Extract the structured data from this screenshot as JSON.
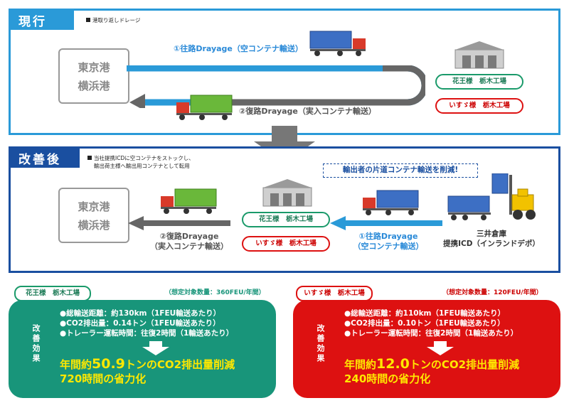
{
  "current": {
    "tag": "現行",
    "note": "港取り返しドレージ",
    "port_line1": "東京港",
    "port_line2": "横浜港",
    "outbound": "①往路Drayage（空コンテナ輸送）",
    "return": "②復路Drayage（実入コンテナ輸送）",
    "factory_kao": "花王様　栃木工場",
    "factory_isuzu": "いすゞ様　栃木工場"
  },
  "improved": {
    "tag": "改善後",
    "note_line1": "当社提携ICDに空コンテナをストックし、",
    "note_line2": "輸出荷主様へ輸出用コンテナとして転用",
    "callout": "輸出者の片道コンテナ輸送を削減!",
    "port_line1": "東京港",
    "port_line2": "横浜港",
    "return_line1": "②復路Drayage",
    "return_line2": "（実入コンテナ輸送）",
    "outbound_line1": "①往路Drayage",
    "outbound_line2": "（空コンテナ輸送）",
    "factory_kao": "花王様　栃木工場",
    "factory_isuzu": "いすゞ様　栃木工場",
    "depot_line1": "三井倉庫",
    "depot_line2": "提携ICD（インランドデポ）"
  },
  "effects": {
    "vertical_label": "改善効果",
    "kao": {
      "label": "花王様　栃木工場",
      "volume": "（想定対象数量：360FEU/年間）",
      "items": [
        "●総輸送距離：約130km（1FEU輸送あたり）",
        "●CO2排出量：0.14トン（1FEU輸送あたり）",
        "●トレーラー運転時間：往復2時間（1輸送あたり）"
      ],
      "line1_prefix": "年間約",
      "line1_number": "50.9",
      "line1_suffix": "トンのCO2排出量削減",
      "line2": "720時間の省力化"
    },
    "isuzu": {
      "label": "いすゞ様　栃木工場",
      "volume": "（想定対象数量：120FEU/年間）",
      "items": [
        "●総輸送距離：約110km（1FEU輸送あたり）",
        "●CO2排出量：0.10トン（1FEU輸送あたり）",
        "●トレーラー運転時間：往復2時間（1輸送あたり）"
      ],
      "line1_prefix": "年間約",
      "line1_number": "12.0",
      "line1_suffix": "トンのCO2排出量削減",
      "line2": "240時間の省力化"
    }
  },
  "colors": {
    "current_blue": "#2a9ad8",
    "improved_navy": "#1a4fa0",
    "green": "#18957a",
    "red": "#dd1111",
    "yellow": "#ffe800"
  }
}
